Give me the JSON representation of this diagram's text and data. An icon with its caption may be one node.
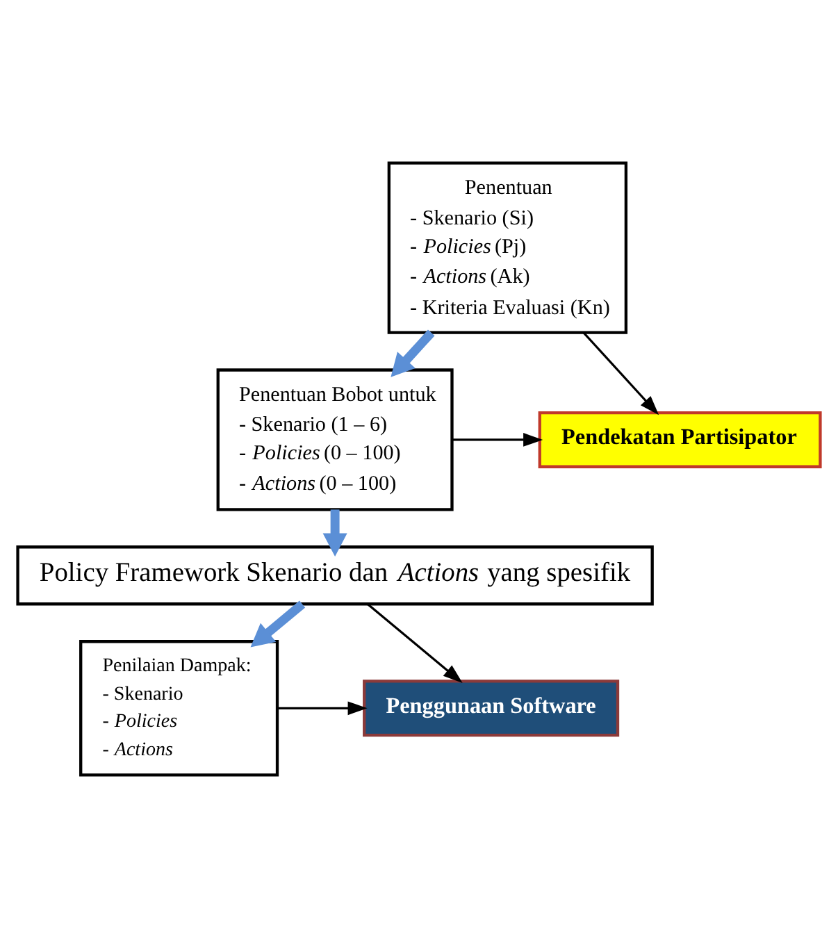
{
  "diagram": {
    "nodes": [
      {
        "text": [
          "Penentuan",
          "- Skenario (Si)",
          "- *Policies* (Pj)",
          "- *Actions* (Ak)",
          "- Kriteria Evaluasi (Kn)"
        ]
      },
      {
        "text": [
          "Penentuan Bobot untuk",
          "- Skenario (1 – 6)",
          "- *Policies* (0 – 100)",
          "- *Actions* (0 – 100)"
        ]
      },
      {
        "text": [
          "Policy Framework Skenario dan *Actions* yang spesifik"
        ]
      },
      {
        "text": [
          "Penilaian Dampak:",
          "- Skenario",
          "- *Policies*",
          "- *Actions*"
        ]
      },
      {
        "text": [
          "Pendekatan Partisipator"
        ]
      },
      {
        "text": [
          "Penggunaan Software"
        ]
      }
    ],
    "edges": [
      {
        "from": 0,
        "to": 1,
        "arrow": "to",
        "style": "thick",
        "color": "#5b8fd6"
      },
      {
        "from": 1,
        "to": 2,
        "arrow": "to",
        "style": "thick",
        "color": "#5b8fd6"
      },
      {
        "from": 2,
        "to": 3,
        "arrow": "to",
        "style": "thick",
        "color": "#5b8fd6"
      },
      {
        "from": 0,
        "to": 4,
        "arrow": "to"
      },
      {
        "from": 1,
        "to": 4,
        "arrow": "to"
      },
      {
        "from": 2,
        "to": 5,
        "arrow": "to"
      },
      {
        "from": 3,
        "to": 5,
        "arrow": "to"
      }
    ]
  }
}
